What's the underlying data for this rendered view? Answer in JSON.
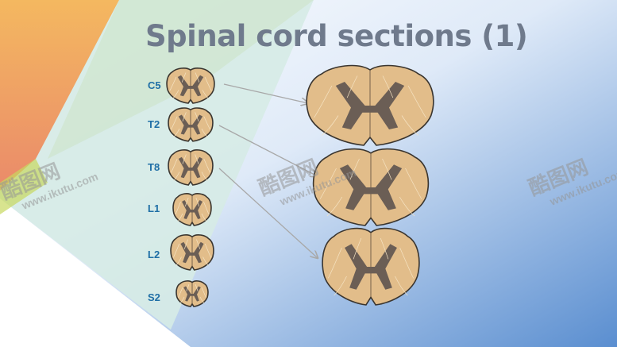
{
  "slide": {
    "title": "Spinal cord sections (1)",
    "levels": [
      "C5",
      "T2",
      "T8",
      "L1",
      "L2",
      "S2"
    ],
    "enlarged_levels": [
      "C5",
      "T2",
      "T8"
    ]
  },
  "watermark": {
    "brand": "酷图网",
    "url": "www.ikutu.com"
  },
  "colors": {
    "title": "#6f7a8c",
    "label": "#1f6fa6",
    "white_matter": "#e2bd8a",
    "gray_matter": "#6b5e55",
    "outline": "#3a352f",
    "arrow": "#a8a8a8"
  }
}
